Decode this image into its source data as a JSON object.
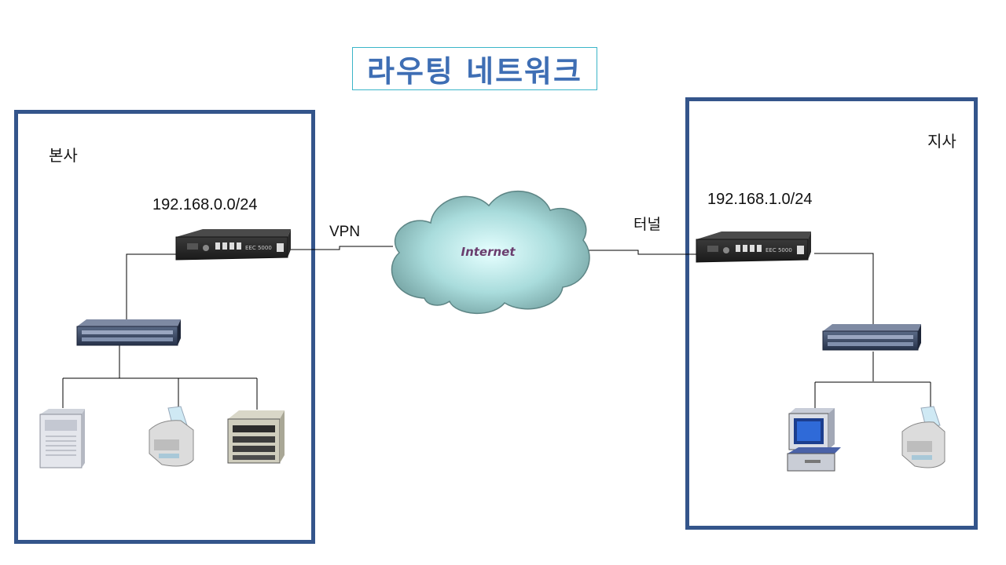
{
  "title": "라우팅 네트워크",
  "hq": {
    "label": "본사",
    "subnet": "192.168.0.0/24"
  },
  "branch": {
    "label": "지사",
    "subnet": "192.168.1.0/24"
  },
  "links": {
    "vpn": "VPN",
    "tunnel": "터널"
  },
  "cloud": {
    "label": "Internet"
  },
  "devices": {
    "vpn_model": "EEC 5000"
  },
  "colors": {
    "frame": "#34558b",
    "title": "#3e6eb4",
    "title_border": "#3bb5c8",
    "cloud_text": "#6a3d6e"
  }
}
